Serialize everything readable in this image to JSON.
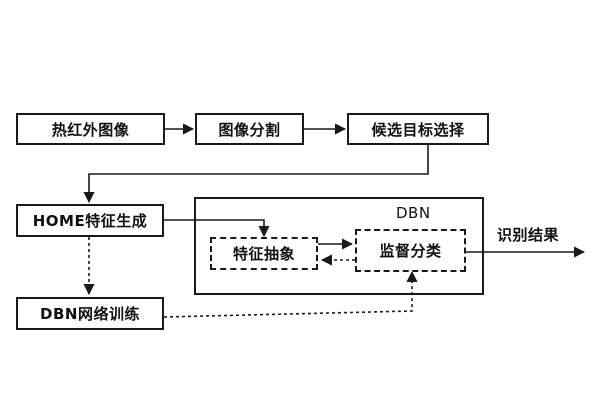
{
  "nodes": {
    "thermal_image": "热红外图像",
    "segmentation": "图像分割",
    "candidate_selection": "候选目标选择",
    "home_feature": "HOME特征生成",
    "dbn_training": "DBN网络训练",
    "feature_abstraction": "特征抽象",
    "supervised_classification": "监督分类"
  },
  "group": {
    "title": "DBN"
  },
  "output": {
    "label": "识别结果"
  },
  "colors": {
    "line": "#1a1a1a",
    "background": "#ffffff"
  }
}
